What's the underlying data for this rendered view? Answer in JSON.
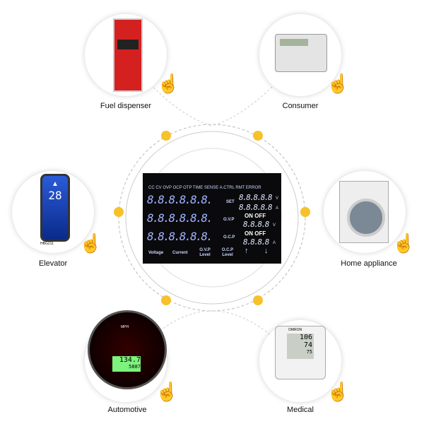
{
  "apps": [
    {
      "label": "Fuel dispenser",
      "icon": "fuel-dispenser-icon"
    },
    {
      "label": "Consumer",
      "icon": "electric-meter-icon"
    },
    {
      "label": "Elevator",
      "icon": "elevator-display-icon",
      "display": "28",
      "model": "HBG211"
    },
    {
      "label": "Home appliance",
      "icon": "washing-machine-icon"
    },
    {
      "label": "Automotive",
      "icon": "speedometer-icon",
      "reading": "134.7",
      "sub": "5887",
      "unit": "MPH"
    },
    {
      "label": "Medical",
      "icon": "blood-pressure-monitor-icon",
      "brand": "OMRON",
      "readings": [
        "106",
        "74",
        "75"
      ]
    }
  ],
  "lcd": {
    "top_labels": "CC  CV  OVP  OCP  OTP  TIME  SENSE  A.CTRL  RMT  ERROR",
    "digits": "8.8.8.8.8.8.",
    "set": "SET",
    "ovp": "O.V.P",
    "ocp": "O.C.P",
    "on_off": "ON  OFF",
    "r5": "8.8.8.8.8",
    "r4": "8.8.8.8",
    "unit_v": "V",
    "unit_a": "A",
    "bottom": {
      "voltage": "Voltage",
      "current": "Current",
      "ovp_level": "O.V.P Level",
      "ocp_level": "O.C.P Level",
      "up": "↑",
      "down": "↓"
    }
  },
  "colors": {
    "dot": "#f6c12a",
    "lcd_bg": "#0a0a0c",
    "lcd_seg": "#9fb2ff"
  }
}
